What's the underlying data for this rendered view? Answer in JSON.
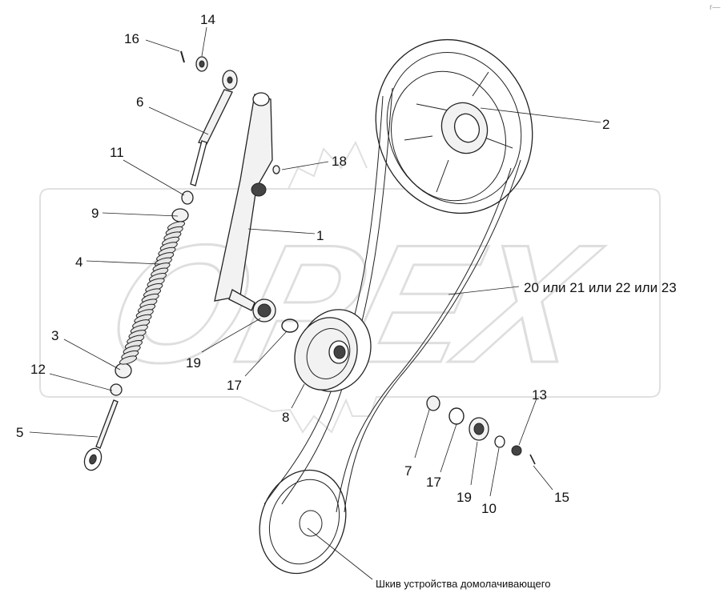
{
  "watermark": {
    "logo_text": "OPEX",
    "corner_mark": "r—"
  },
  "callouts": {
    "c1": "1",
    "c2": "2",
    "c3": "3",
    "c4": "4",
    "c5": "5",
    "c6": "6",
    "c7": "7",
    "c8": "8",
    "c9": "9",
    "c10": "10",
    "c11": "11",
    "c12": "12",
    "c13": "13",
    "c14": "14",
    "c15": "15",
    "c16": "16",
    "c17a": "17",
    "c17b": "17",
    "c18": "18",
    "c19a": "19",
    "c19b": "19",
    "belt": "20 или 21 или 22 или 23"
  },
  "caption": "Шкив устройства домолачивающего"
}
